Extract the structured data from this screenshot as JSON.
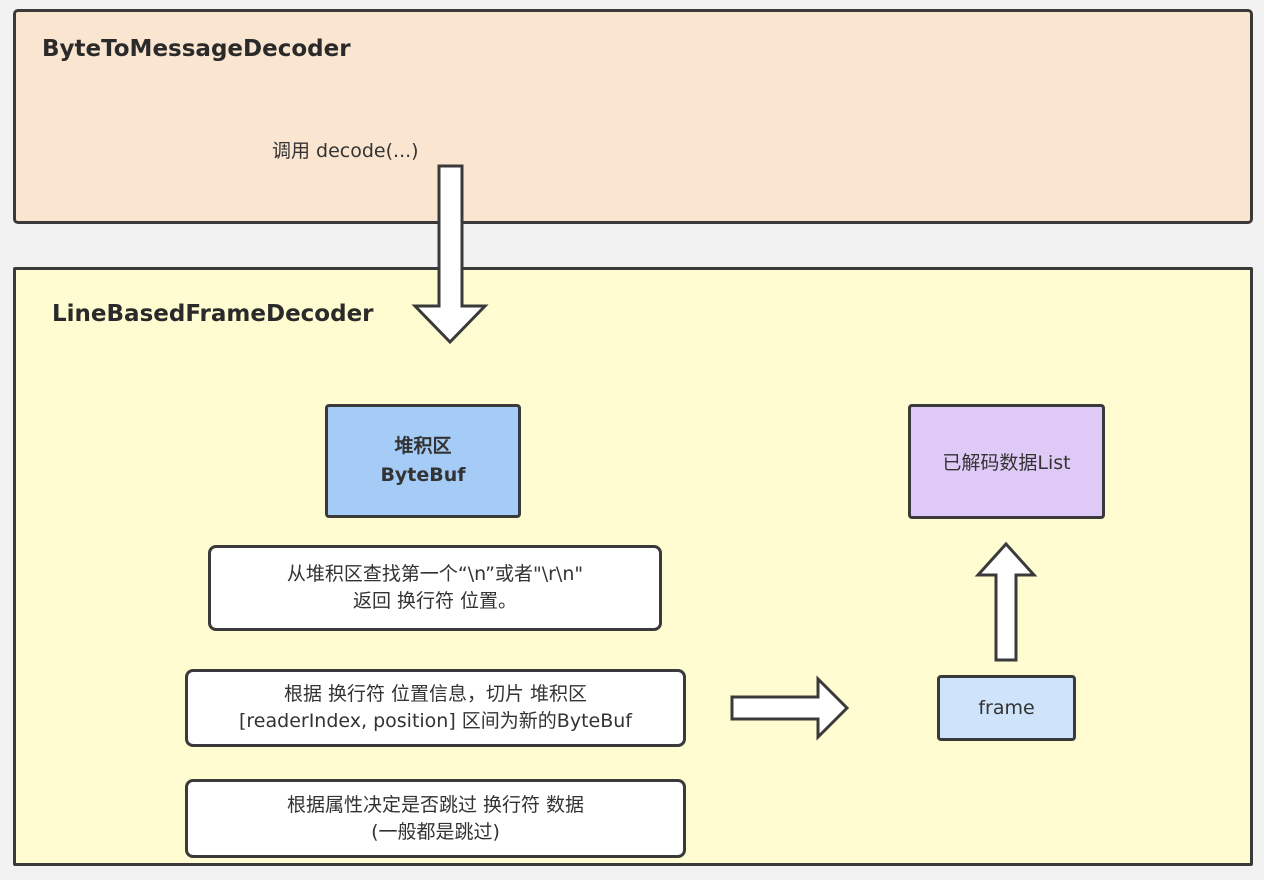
{
  "outer_panel": {
    "title": "ByteToMessageDecoder",
    "call_label": "调用 decode(...)"
  },
  "inner_panel": {
    "title": "LineBasedFrameDecoder"
  },
  "heap_box": {
    "line1": "堆积区",
    "line2": "ByteBuf"
  },
  "list_box": {
    "label": "已解码数据List"
  },
  "frame_box": {
    "label": "frame"
  },
  "steps": [
    {
      "line1": "从堆积区查找第一个“\\n”或者\"\\r\\n\"",
      "line2": "返回 换行符 位置。"
    },
    {
      "line1": "根据 换行符 位置信息，切片 堆积区",
      "line2": "[readerIndex, position] 区间为新的ByteBuf"
    },
    {
      "line1": "根据属性决定是否跳过 换行符 数据",
      "line2": "(一般都是跳过)"
    }
  ],
  "colors": {
    "outer_bg": "#fae5d0",
    "inner_bg": "#fefcd0",
    "heap_bg": "#a5cbf7",
    "list_bg": "#dfcaf7",
    "frame_bg": "#cfe3fa",
    "border": "#3a3a3a"
  }
}
